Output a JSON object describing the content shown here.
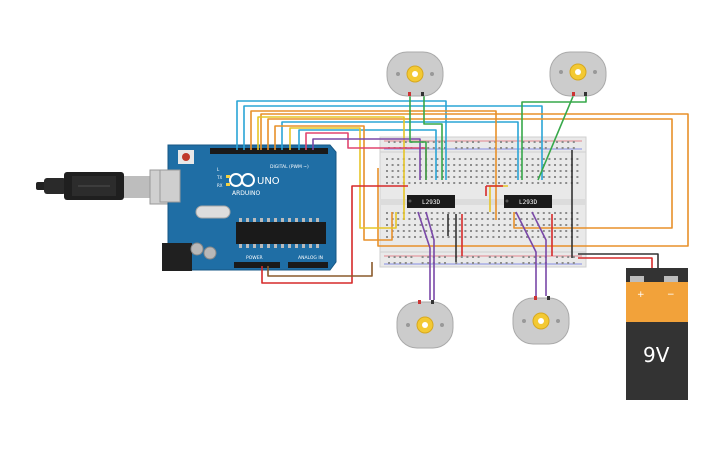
{
  "arduino": {
    "brand": "ARDUINO",
    "model": "UNO",
    "digital_header": "DIGITAL (PWM ~)",
    "power_header": "POWER",
    "analog_header": "ANALOG IN",
    "led_tx": "TX",
    "led_rx": "RX",
    "led_l": "L"
  },
  "drivers": [
    {
      "label": "L293D"
    },
    {
      "label": "L293D"
    }
  ],
  "battery": {
    "voltage": "9V",
    "plus": "+",
    "minus": "−"
  },
  "colors": {
    "arduino_blue": "#1f6ea5",
    "breadboard": "#e9e9e9",
    "motor_body": "#cccccc",
    "motor_gear": "#f3c933",
    "battery_top": "#333333",
    "battery_label": "#f2a23a",
    "wire_blue": "#2aa5d6",
    "wire_orange": "#e8902a",
    "wire_yellow": "#e6c527",
    "wire_green": "#37a84a",
    "wire_purple": "#7a48a8",
    "wire_red": "#d62a2a",
    "wire_pink": "#e0456f",
    "wire_black": "#333333"
  }
}
